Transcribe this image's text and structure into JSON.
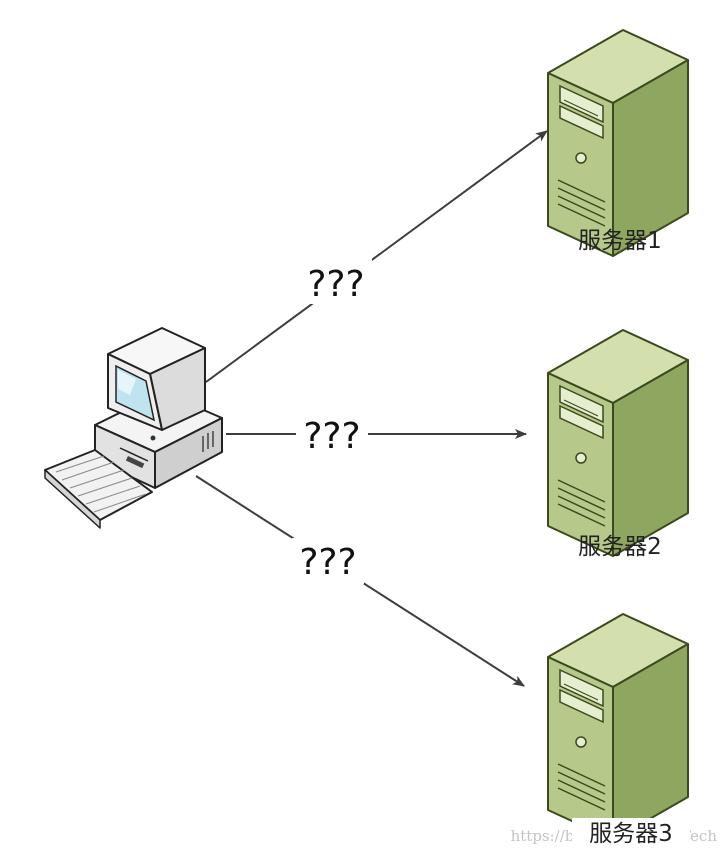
{
  "diagram": {
    "client": {
      "icon": "desktop-computer-icon"
    },
    "servers": [
      {
        "label": "服务器1",
        "icon": "server-tower-icon"
      },
      {
        "label": "服务器2",
        "icon": "server-tower-icon"
      },
      {
        "label": "服务器3",
        "icon": "server-tower-icon"
      }
    ],
    "connections": [
      {
        "label": "???",
        "to": "服务器1"
      },
      {
        "label": "???",
        "to": "服务器2"
      },
      {
        "label": "???",
        "to": "服务器3"
      }
    ],
    "colors": {
      "server_face": "#b7c98a",
      "server_side": "#8fa661",
      "server_top": "#d3dfad",
      "server_outline": "#3a4a1e",
      "arrow": "#3d3d3d"
    }
  },
  "watermark": "https://blog.csdn.net/eTech"
}
